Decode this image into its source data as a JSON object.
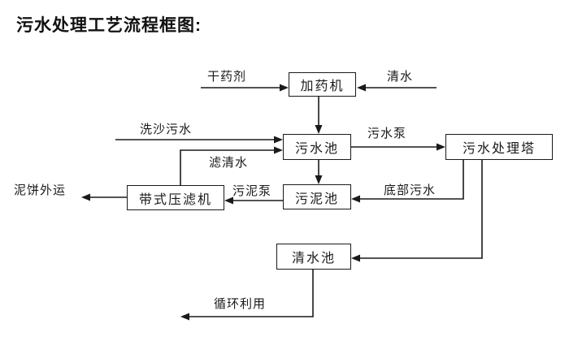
{
  "page": {
    "title": "污水处理工艺流程框图:"
  },
  "colors": {
    "ink": "#1a1a1a",
    "background": "#ffffff"
  },
  "diagram": {
    "type": "flowchart",
    "nodes": [
      {
        "id": "dosing-machine",
        "label": "加药机"
      },
      {
        "id": "sewage-pool",
        "label": "污水池"
      },
      {
        "id": "sewage-treatment-tower",
        "label": "污水处理塔"
      },
      {
        "id": "belt-filter-press",
        "label": "带式压滤机"
      },
      {
        "id": "sludge-pool",
        "label": "污泥池"
      },
      {
        "id": "clean-water-pool",
        "label": "清水池"
      }
    ],
    "edges": [
      {
        "from": "dry-agent-input",
        "to": "dosing-machine",
        "label": "干药剂"
      },
      {
        "from": "clean-water-input",
        "to": "dosing-machine",
        "label": "清水"
      },
      {
        "from": "dosing-machine",
        "to": "sewage-pool",
        "label": ""
      },
      {
        "from": "sand-washing-sewage-input",
        "to": "sewage-pool",
        "label": "洗沙污水"
      },
      {
        "from": "belt-filter-press",
        "to": "sewage-pool",
        "label": "滤清水"
      },
      {
        "from": "sewage-pool",
        "to": "sewage-treatment-tower",
        "label": "污水泵"
      },
      {
        "from": "sewage-pool",
        "to": "sludge-pool",
        "label": ""
      },
      {
        "from": "sewage-treatment-tower",
        "to": "sludge-pool",
        "label": "底部污水"
      },
      {
        "from": "sludge-pool",
        "to": "belt-filter-press",
        "label": "污泥泵"
      },
      {
        "from": "belt-filter-press",
        "to": "mud-cake-outbound",
        "label": "泥饼外运"
      },
      {
        "from": "sewage-treatment-tower",
        "to": "clean-water-pool",
        "label": ""
      },
      {
        "from": "clean-water-pool",
        "to": "recycling-output",
        "label": "循环利用"
      }
    ]
  }
}
